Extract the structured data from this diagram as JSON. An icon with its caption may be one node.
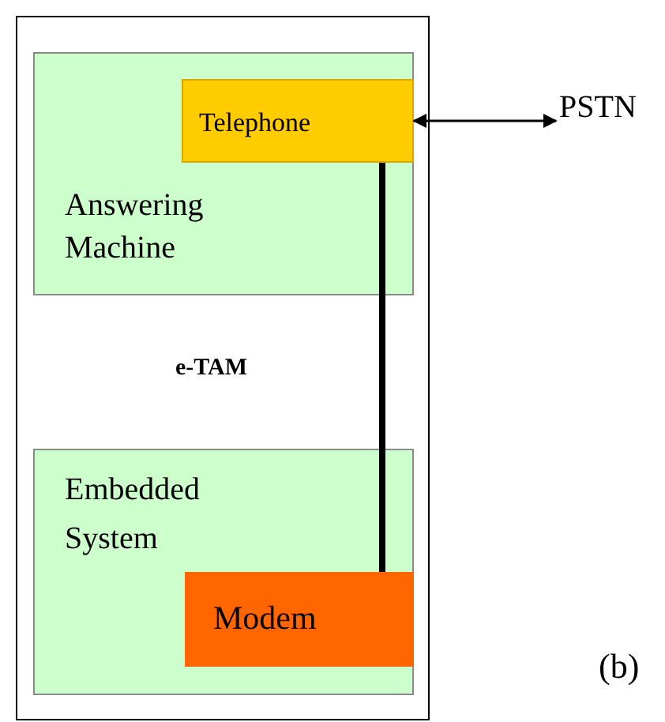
{
  "diagram": {
    "nodes": [
      {
        "text": [
          "e-TAM"
        ]
      },
      {
        "text": [
          "Answering Machine"
        ],
        "in": 0
      },
      {
        "text": [
          "Telephone"
        ],
        "in": 1
      },
      {
        "text": [
          "Embedded System"
        ],
        "in": 0
      },
      {
        "text": [
          "Modem"
        ],
        "in": 3
      },
      {
        "text": [
          "PSTN"
        ]
      }
    ],
    "edges": [
      {
        "from": 2,
        "to": 5,
        "arrow": "both"
      },
      {
        "from": 2,
        "to": 4,
        "arrow": "none",
        "style": "thick"
      }
    ],
    "labels": [
      "(b)"
    ]
  }
}
